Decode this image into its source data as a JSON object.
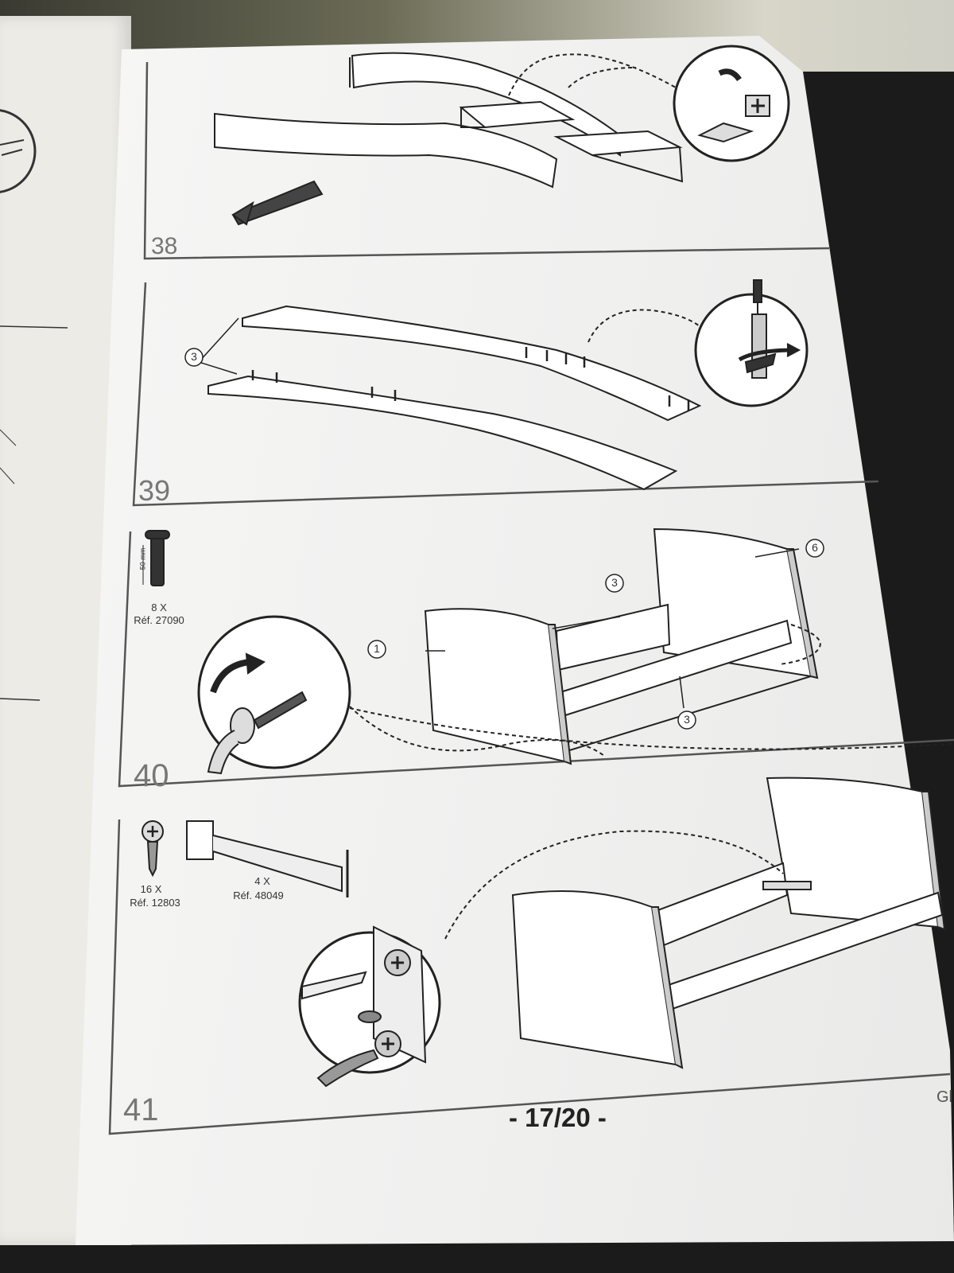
{
  "steps": [
    {
      "number": "38"
    },
    {
      "number": "39",
      "part_refs": [
        "3"
      ]
    },
    {
      "number": "40",
      "part_refs": [
        "1",
        "3",
        "3",
        "6"
      ],
      "hardware": {
        "size": "50 mm",
        "qty": "8 X",
        "ref": "Réf. 27090"
      }
    },
    {
      "number": "41",
      "hardware": [
        {
          "qty": "16 X",
          "ref": "Réf. 12803"
        },
        {
          "qty": "4 X",
          "ref": "Réf. 48049"
        }
      ]
    }
  ],
  "page_number": "- 17/20 -",
  "corner_text": "Gl"
}
